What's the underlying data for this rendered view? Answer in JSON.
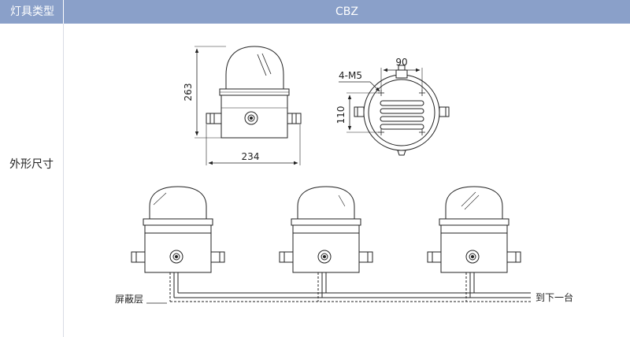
{
  "table": {
    "header_col1": "灯具类型",
    "header_col2": "CBZ",
    "row_label": "外形尺寸"
  },
  "drawing": {
    "dim_height": "263",
    "dim_width": "234",
    "dim_top_width": "90",
    "dim_side": "110",
    "bolt_label": "4-M5",
    "shield_label": "屏蔽层",
    "next_label": "到下一台"
  },
  "colors": {
    "header_bg": "#8aa0c9",
    "divider": "#d9dce5"
  }
}
